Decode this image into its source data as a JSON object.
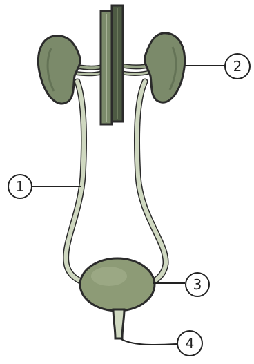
{
  "callouts": [
    {
      "id": "1",
      "text": "1"
    },
    {
      "id": "2",
      "text": "2"
    },
    {
      "id": "3",
      "text": "3"
    },
    {
      "id": "4",
      "text": "4"
    }
  ],
  "colors": {
    "organ_fill": "#7b8a6a",
    "organ_dark": "#4d5a43",
    "tube_fill": "#cfd8c0",
    "outline": "#2b2b2b",
    "bladder_fill": "#8d9b76"
  }
}
